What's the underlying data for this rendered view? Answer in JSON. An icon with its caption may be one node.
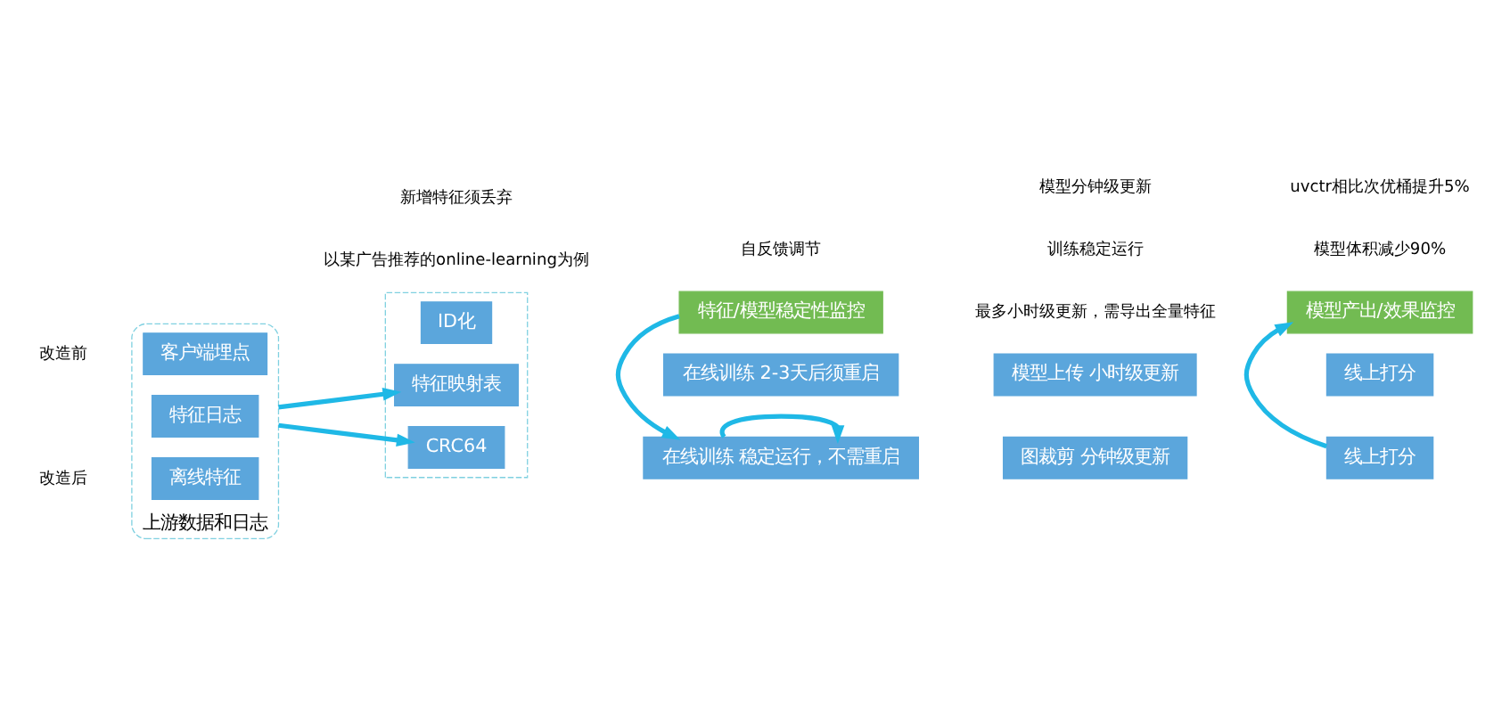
{
  "diagram": {
    "nodes": [
      {
        "text": [
          "上游数据和日志"
        ]
      },
      {
        "text": [
          "客户端埋点"
        ],
        "in": 0
      },
      {
        "text": [
          "特征日志"
        ],
        "in": 0
      },
      {
        "text": [
          "离线特征"
        ],
        "in": 0
      },
      {
        "text": [],
        "shape": "box"
      },
      {
        "text": [
          "ID化"
        ],
        "in": 4
      },
      {
        "text": [
          "特征映射表"
        ],
        "in": 4
      },
      {
        "text": [
          "CRC64"
        ],
        "in": 4
      },
      {
        "text": [
          "在线训练 2-3天后须重启"
        ]
      },
      {
        "text": [
          "模型上传 小时级更新"
        ]
      },
      {
        "text": [
          "线上打分"
        ]
      },
      {
        "text": [
          "在线训练 稳定运行，不需重启"
        ]
      },
      {
        "text": [
          "图裁剪 分钟级更新"
        ]
      },
      {
        "text": [
          "线上打分"
        ]
      },
      {
        "text": [
          "特征/模型稳定性监控"
        ]
      },
      {
        "text": [
          "模型产出/效果监控"
        ]
      }
    ],
    "edges": [
      {
        "from": 0,
        "to": 6,
        "arrow": "to"
      },
      {
        "from": 0,
        "to": 7,
        "arrow": "to"
      },
      {
        "from": 11,
        "to": 11,
        "arrow": "to"
      },
      {
        "from": 13,
        "to": 15,
        "arrow": "to"
      },
      {
        "from": 14,
        "to": 11,
        "arrow": "to"
      }
    ],
    "labels": [
      "以某广告推荐的online-learning为例",
      "改造前",
      "新增特征须丢弃",
      "最多小时级更新，需导出全量特征",
      "改造后",
      "训练稳定运行",
      "模型分钟级更新",
      "模型体积减少90%",
      "uvctr相比次优桶提升5%",
      "自反馈调节"
    ]
  }
}
